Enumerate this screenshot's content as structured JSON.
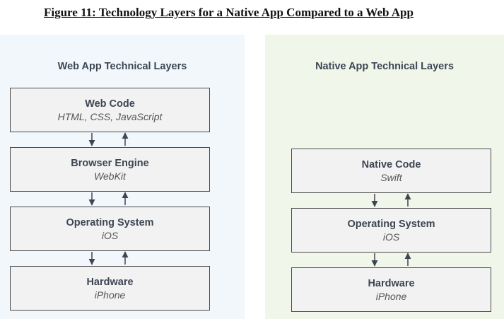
{
  "figure_title": "Figure 11: Technology Layers for a Native App Compared to a Web App",
  "web_panel": {
    "title": "Web App Technical Layers",
    "layers": [
      {
        "name": "Web Code",
        "detail": "HTML, CSS, JavaScript"
      },
      {
        "name": "Browser Engine",
        "detail": "WebKit"
      },
      {
        "name": "Operating System",
        "detail": "iOS"
      },
      {
        "name": "Hardware",
        "detail": "iPhone"
      }
    ]
  },
  "native_panel": {
    "title": "Native App Technical Layers",
    "layers": [
      {
        "name": "Native Code",
        "detail": "Swift"
      },
      {
        "name": "Operating System",
        "detail": "iOS"
      },
      {
        "name": "Hardware",
        "detail": "iPhone"
      }
    ]
  },
  "colors": {
    "web_panel_bg": "#f1f7fb",
    "native_panel_bg": "#f0f6ea",
    "layer_bg": "#f2f2f2",
    "border": "#4b4b4b",
    "text": "#3d4653"
  }
}
